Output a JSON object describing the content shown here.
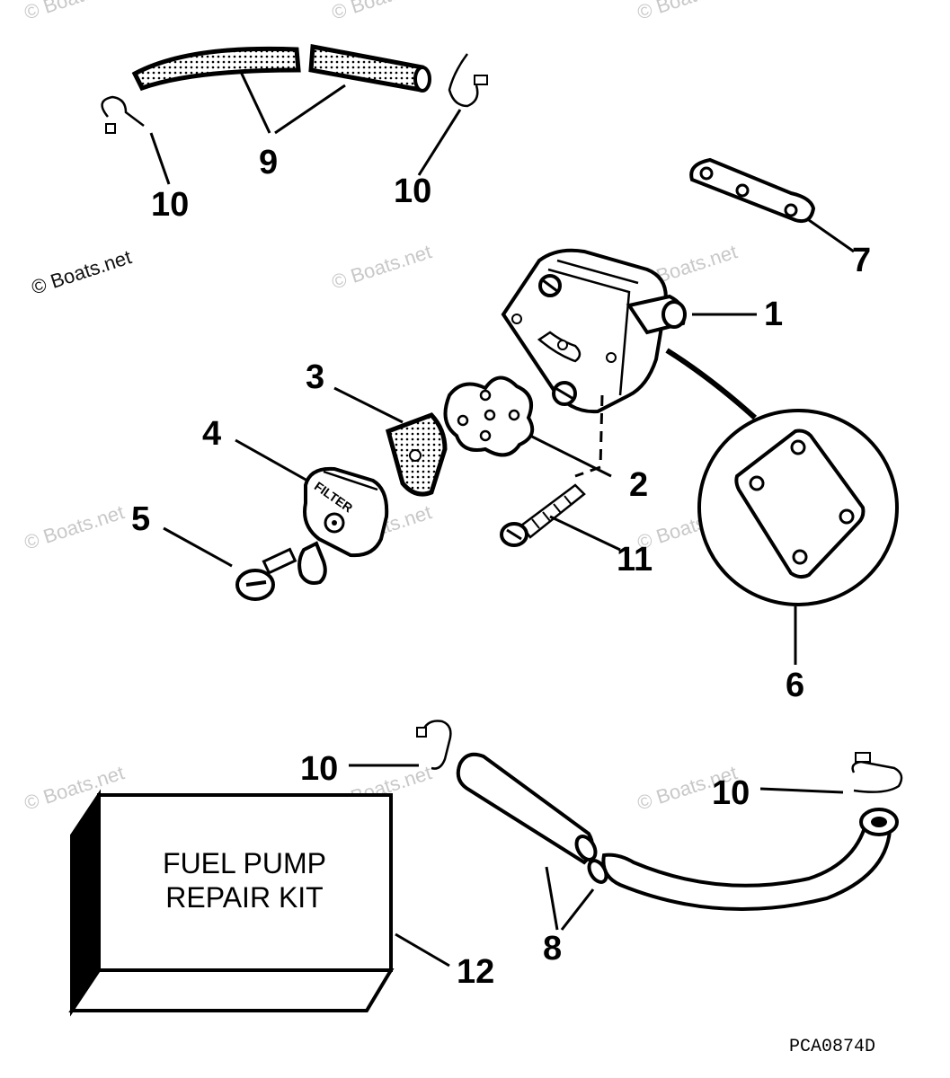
{
  "callouts": {
    "c1": "1",
    "c2": "2",
    "c3": "3",
    "c4": "4",
    "c5": "5",
    "c6": "6",
    "c7": "7",
    "c8": "8",
    "c9": "9",
    "c10a": "10",
    "c10b": "10",
    "c10c": "10",
    "c10d": "10",
    "c11": "11",
    "c12": "12"
  },
  "kit": {
    "line1": "FUEL PUMP",
    "line2": "REPAIR KIT"
  },
  "filter_label": "FILTER",
  "diagram_code": "PCA0874D",
  "watermark": "© Boats.net",
  "colors": {
    "ink": "#000000",
    "watermark": "#c8c8c8",
    "background": "#ffffff"
  }
}
